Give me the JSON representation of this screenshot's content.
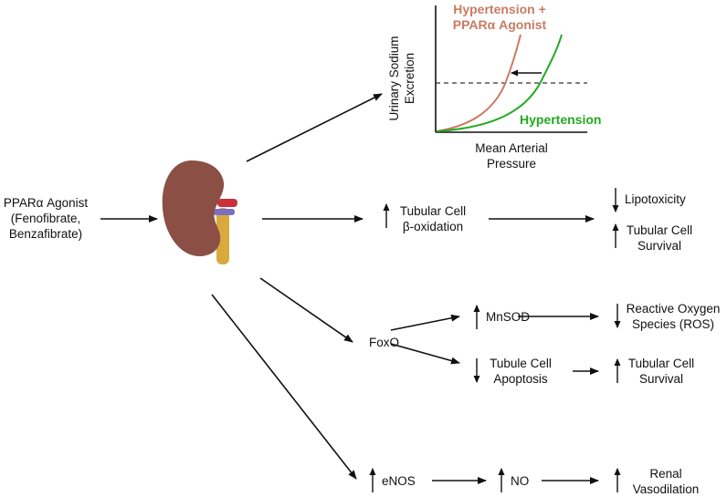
{
  "input": {
    "line1": "PPARα Agonist",
    "line2": "(Fenofibrate,",
    "line3": "Benzafibrate)"
  },
  "graph": {
    "ylabel_line1": "Urinary Sodium",
    "ylabel_line2": "Excretion",
    "xlabel_line1": "Mean Arterial",
    "xlabel_line2": "Pressure",
    "curve_agonist_line1": "Hypertension +",
    "curve_agonist_line2": "PPARα Agonist",
    "curve_hypertension": "Hypertension",
    "colors": {
      "agonist": "#c97b63",
      "hypertension": "#22aa22",
      "axis": "#111111"
    }
  },
  "branch1": {
    "tubular_line1": "Tubular Cell",
    "tubular_line2": "β-oxidation",
    "lipotoxicity": "Lipotoxicity",
    "survival_line1": "Tubular Cell",
    "survival_line2": "Survival"
  },
  "branch2": {
    "foxo": "FoxO",
    "mnsod": "MnSOD",
    "ros_line1": "Reactive Oxygen",
    "ros_line2": "Species (ROS)",
    "apoptosis_line1": "Tubule Cell",
    "apoptosis_line2": "Apoptosis",
    "survival_line1": "Tubular Cell",
    "survival_line2": "Survival"
  },
  "branch3": {
    "enos": "eNOS",
    "no": "NO",
    "vaso_line1": "Renal",
    "vaso_line2": "Vasodilation"
  }
}
